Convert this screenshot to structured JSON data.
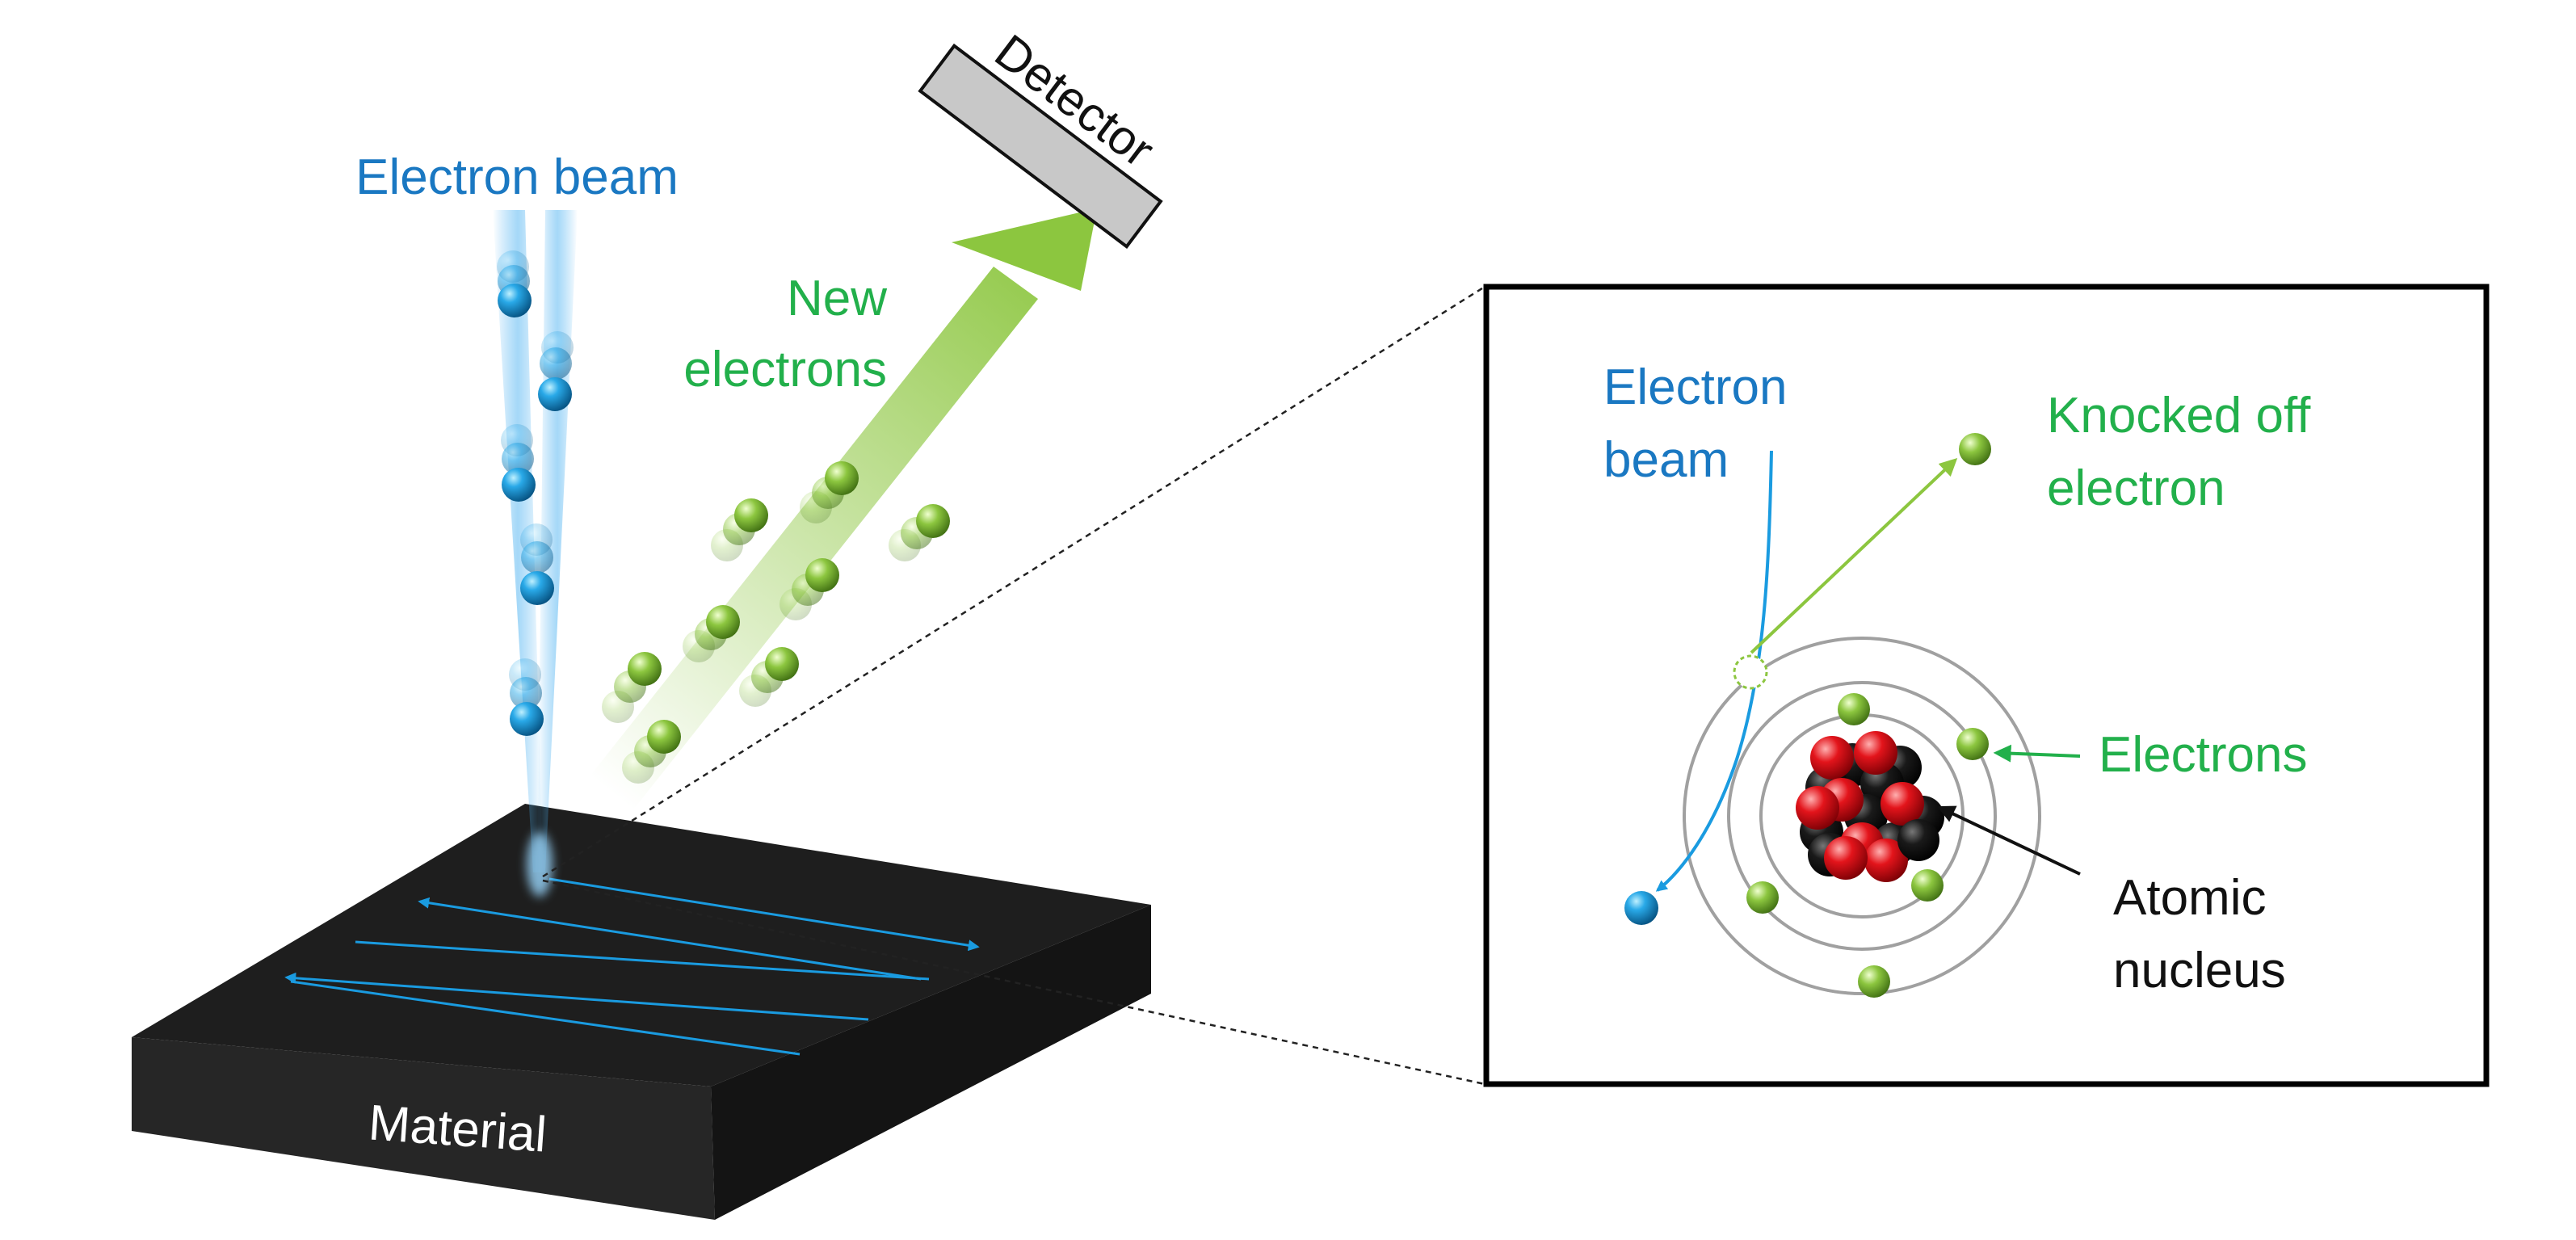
{
  "labels": {
    "electron_beam": "Electron beam",
    "new_electrons_line1": "New",
    "new_electrons_line2": "electrons",
    "detector": "Detector",
    "material": "Material"
  },
  "inset": {
    "electron_beam_line1": "Electron",
    "electron_beam_line2": "beam",
    "knocked_off_line1": "Knocked off",
    "knocked_off_line2": "electron",
    "electrons": "Electrons",
    "atomic_nucleus_line1": "Atomic",
    "atomic_nucleus_line2": "nucleus"
  },
  "colors": {
    "beam_blue": "#1a78c2",
    "electron_green": "#22b04b",
    "material": "#1c1c1c",
    "detector": "#c8c8c8",
    "proton_red": "#e0141b",
    "neutron_black": "#111111"
  }
}
